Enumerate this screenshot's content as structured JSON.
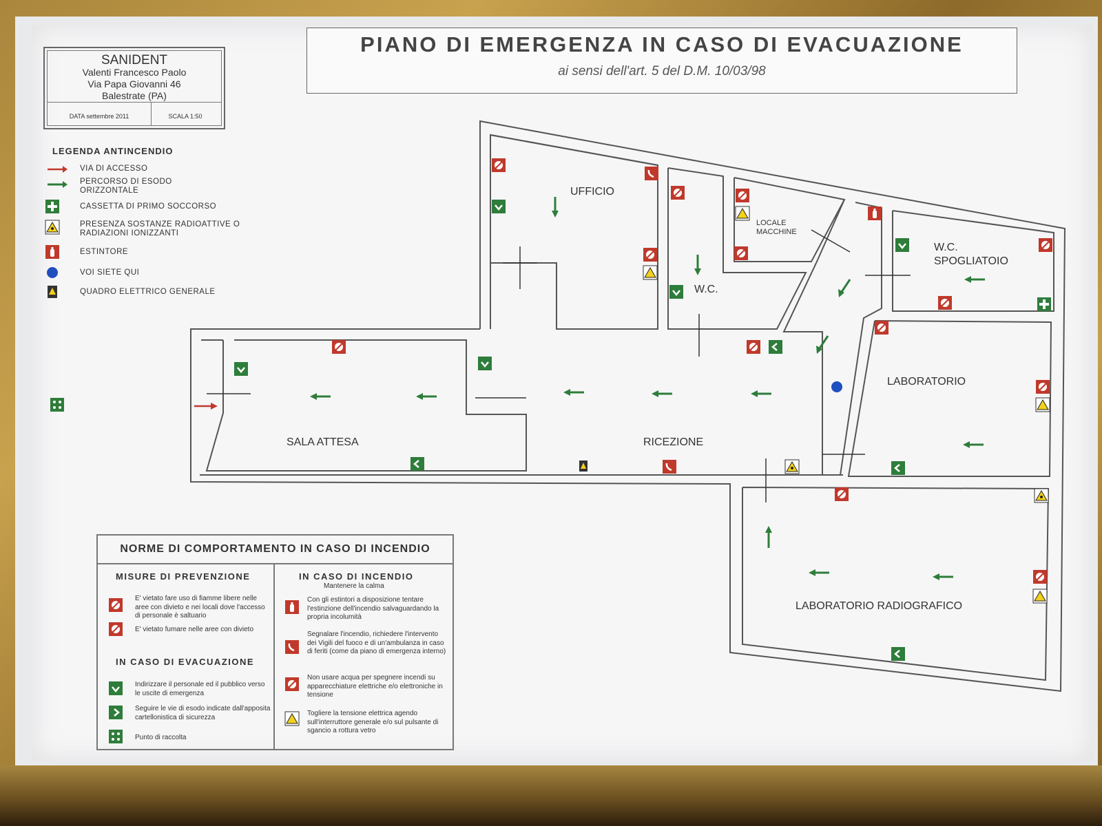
{
  "title": {
    "main": "PIANO DI EMERGENZA IN CASO DI EVACUAZIONE",
    "sub": "ai sensi dell'art. 5 del D.M. 10/03/98"
  },
  "info": {
    "company": "SANIDENT",
    "name": "Valenti Francesco Paolo",
    "address": "Via Papa Giovanni 46",
    "city": "Balestrate (PA)",
    "date": "DATA settembre 2011",
    "scale": "SCALA 1:50"
  },
  "legend": {
    "title": "LEGENDA ANTINCENDIO",
    "items": [
      {
        "icon": "red-arrow-icon",
        "label": "VIA DI ACCESSO"
      },
      {
        "icon": "green-arrow-icon",
        "label": "PERCORSO DI ESODO ORIZZONTALE"
      },
      {
        "icon": "first-aid-icon",
        "label": "CASSETTA DI PRIMO SOCCORSO"
      },
      {
        "icon": "radiation-warning-icon",
        "label": "PRESENZA SOSTANZE RADIOATTIVE O RADIAZIONI IONIZZANTI"
      },
      {
        "icon": "fire-extinguisher-icon",
        "label": "ESTINTORE"
      },
      {
        "icon": "you-are-here-icon",
        "label": "VOI SIETE QUI"
      },
      {
        "icon": "electrical-panel-icon",
        "label": "QUADRO ELETTRICO GENERALE"
      }
    ]
  },
  "rooms": {
    "ufficio": "UFFICIO",
    "wc": "W.C.",
    "locale_macchine": "LOCALE MACCHINE",
    "wc_spogliatoio": "W.C. SPOGLIATOIO",
    "laboratorio": "LABORATORIO",
    "sala_attesa": "SALA ATTESA",
    "ricezione": "RICEZIONE",
    "laboratorio_radiografico": "LABORATORIO RADIOGRAFICO"
  },
  "norms": {
    "title": "NORME DI COMPORTAMENTO IN CASO DI INCENDIO",
    "prevention": {
      "heading": "MISURE DI PREVENZIONE",
      "items": [
        {
          "icon": "no-flame-icon",
          "text": "E' vietato fare uso di fiamme libere nelle aree con divieto e nei locali dove l'accesso di personale è saltuario"
        },
        {
          "icon": "no-smoking-icon",
          "text": "E' vietato fumare  nelle aree con divieto"
        }
      ]
    },
    "evacuation": {
      "heading": "IN CASO DI EVACUAZIONE",
      "items": [
        {
          "icon": "emergency-exit-icon",
          "text": "Indirizzare il personale ed il pubblico verso le uscite di emergenza"
        },
        {
          "icon": "exit-route-arrow-icon",
          "text": "Seguire le vie di esodo indicate dall'apposita cartellonistica di sicurezza"
        },
        {
          "icon": "assembly-point-icon",
          "text": "Punto di raccolta"
        }
      ]
    },
    "fire": {
      "heading": "IN CASO DI INCENDIO",
      "subheading": "Mantenere la calma",
      "items": [
        {
          "icon": "fire-extinguisher-icon",
          "text": "Con gli estintori a disposizione tentare l'estinzione dell'incendio salvaguardando la propria incolumità"
        },
        {
          "icon": "emergency-phone-icon",
          "text": "Segnalare l'incendio, richiedere l'intervento dei  Vigili del fuoco e di un'ambulanza in caso di feriti (come da piano di emergenza interno)"
        },
        {
          "icon": "no-water-icon",
          "text": "Non usare acqua per spegnere incendi su apparecchiature elettriche e/o elettroniche in tensione"
        },
        {
          "icon": "electrical-hazard-icon",
          "text": "Togliere la tensione elettrica agendo sull'interruttore generale e/o sul pulsante di sgancio a rottura vetro"
        }
      ]
    }
  },
  "colors": {
    "exit_green": "#2e7d3a",
    "access_red": "#c0392b",
    "sign_red": "#c0392b",
    "warning_yellow": "#f2d21b",
    "you_are_here": "#1f4fbf",
    "wall": "#555555"
  }
}
